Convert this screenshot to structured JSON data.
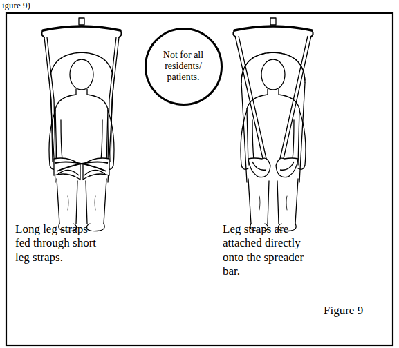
{
  "diagram": {
    "nodes": [
      {
        "text": [
          "Not for all residents/ patients."
        ]
      }
    ],
    "labels": [
      "igure 9)",
      "Long leg straps fed through short leg straps.",
      "Leg straps are attached directly onto the spreader bar.",
      "Figure 9"
    ]
  }
}
